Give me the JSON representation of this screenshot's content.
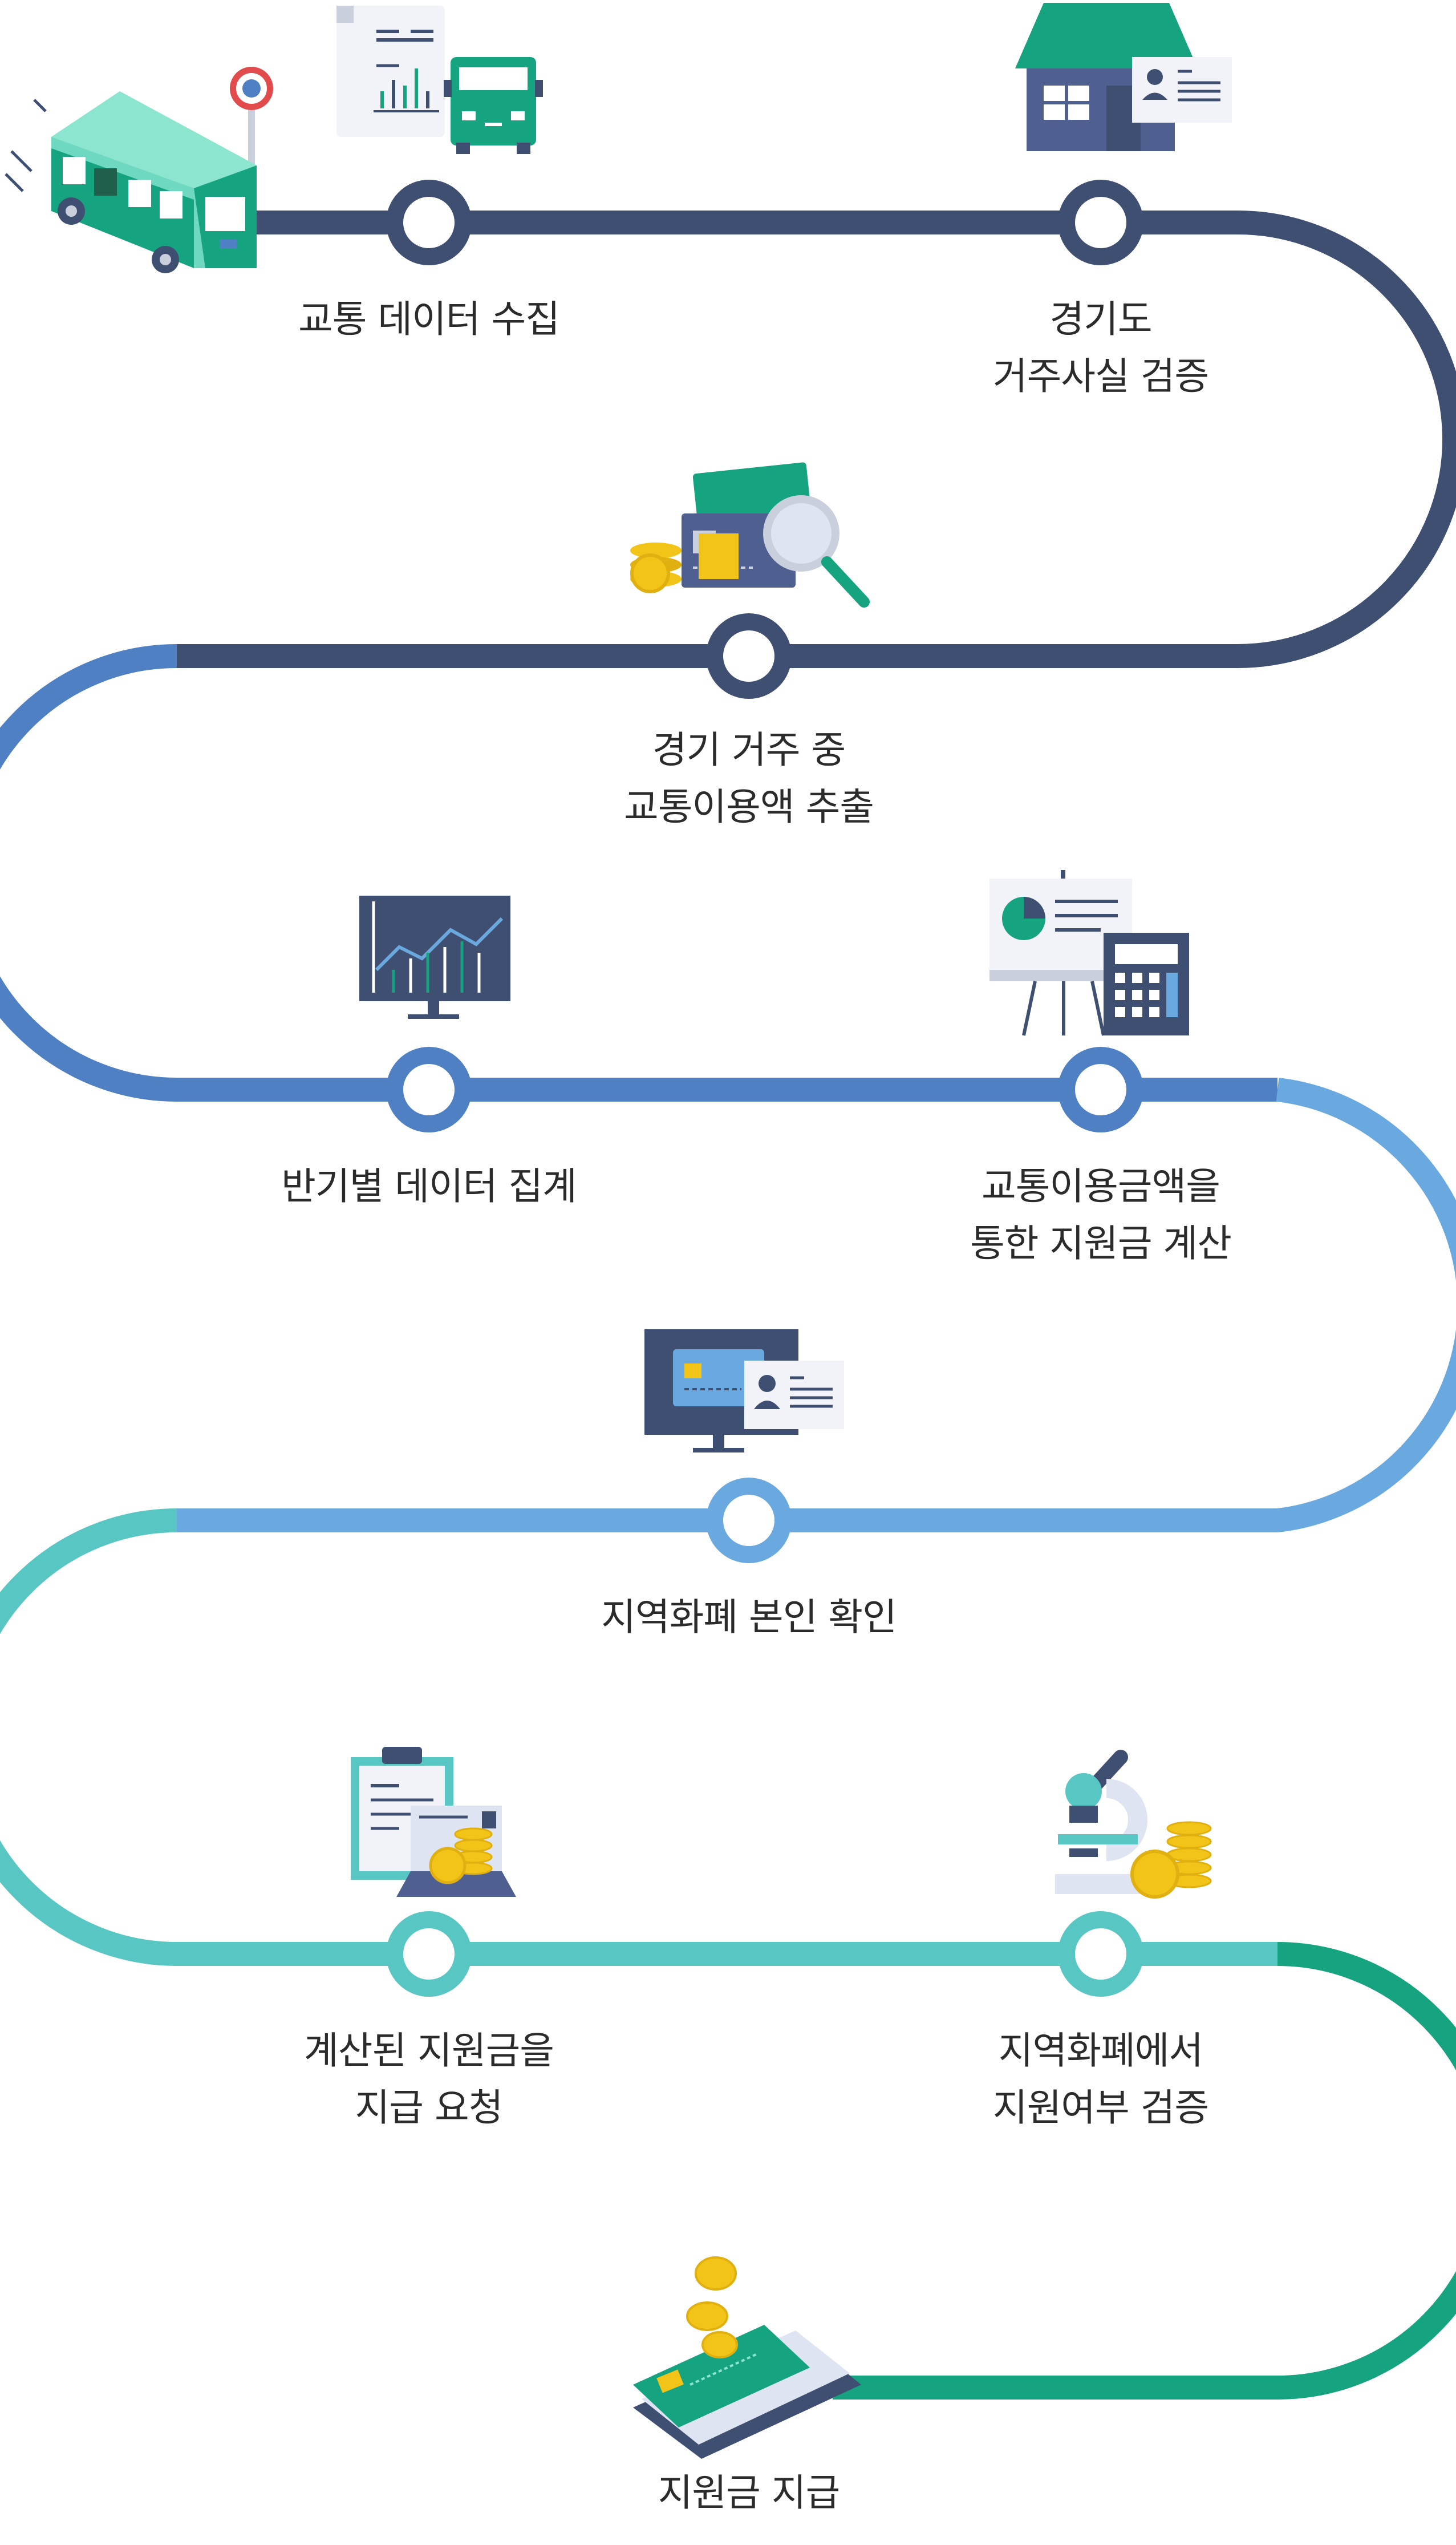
{
  "colors": {
    "navy": "#3f4f72",
    "blue": "#4f80c4",
    "light_blue": "#6aa9df",
    "teal": "#58c6c2",
    "green": "#16a37f",
    "mint": "#6fd8c0",
    "gold": "#f2c418",
    "paper": "#f1f3f8"
  },
  "steps": [
    {
      "id": "traffic-data-collection",
      "lines": [
        "교통 데이터 수집"
      ],
      "icon": "bus-icon"
    },
    {
      "id": "residence-verification",
      "lines": [
        "경기도",
        "거주사실 검증"
      ],
      "icon": "house-id-icon"
    },
    {
      "id": "usage-extraction",
      "lines": [
        "경기 거주 중",
        "교통이용액 추출"
      ],
      "icon": "card-magnifier-icon"
    },
    {
      "id": "half-year-aggregation",
      "lines": [
        "반기별 데이터 집계"
      ],
      "icon": "monitor-chart-icon"
    },
    {
      "id": "subsidy-calculation",
      "lines": [
        "교통이용금액을",
        "통한 지원금 계산"
      ],
      "icon": "presentation-calculator-icon"
    },
    {
      "id": "local-currency-identity",
      "lines": [
        "지역화폐 본인 확인"
      ],
      "icon": "monitor-id-icon"
    },
    {
      "id": "payment-request",
      "lines": [
        "계산된 지원금을",
        "지급 요청"
      ],
      "icon": "clipboard-coins-icon"
    },
    {
      "id": "eligibility-verification",
      "lines": [
        "지역화폐에서",
        "지원여부 검증"
      ],
      "icon": "microscope-coins-icon"
    },
    {
      "id": "subsidy-payment",
      "lines": [
        "지원금 지급"
      ],
      "icon": "phone-card-coins-icon"
    }
  ]
}
